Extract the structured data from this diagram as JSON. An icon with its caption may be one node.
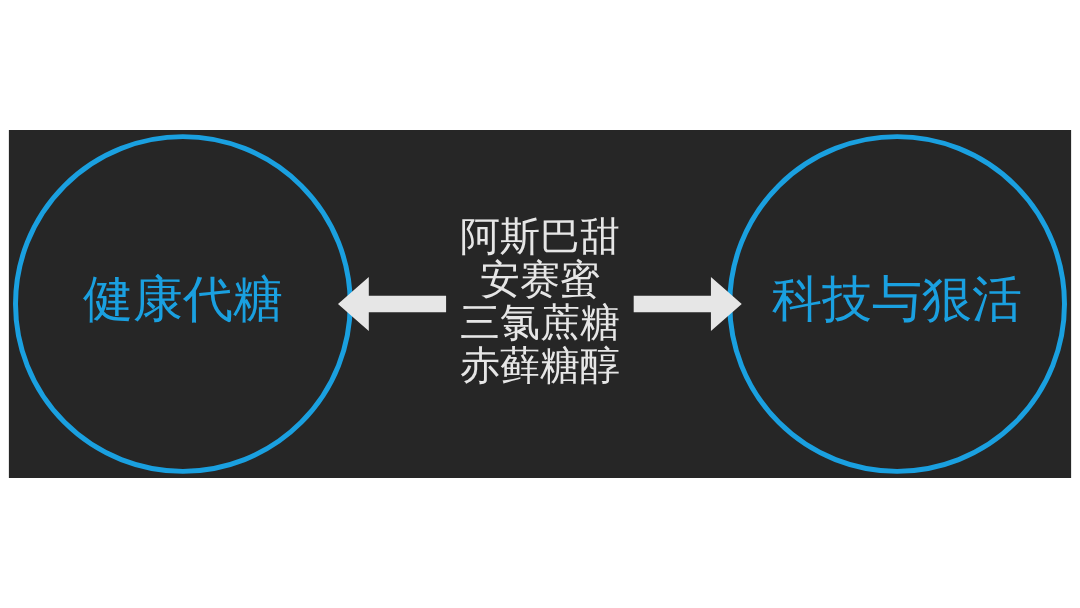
{
  "diagram": {
    "nodes": [
      {
        "text": [
          "健康代糖"
        ]
      },
      {
        "text": [
          "阿斯巴甜",
          "安赛蜜",
          "三氯蔗糖",
          "赤藓糖醇"
        ]
      },
      {
        "text": [
          "科技与狠活"
        ]
      }
    ],
    "edges": [
      {
        "from": 1,
        "to": 0,
        "arrow": "to"
      },
      {
        "from": 1,
        "to": 2,
        "arrow": "to"
      }
    ]
  }
}
